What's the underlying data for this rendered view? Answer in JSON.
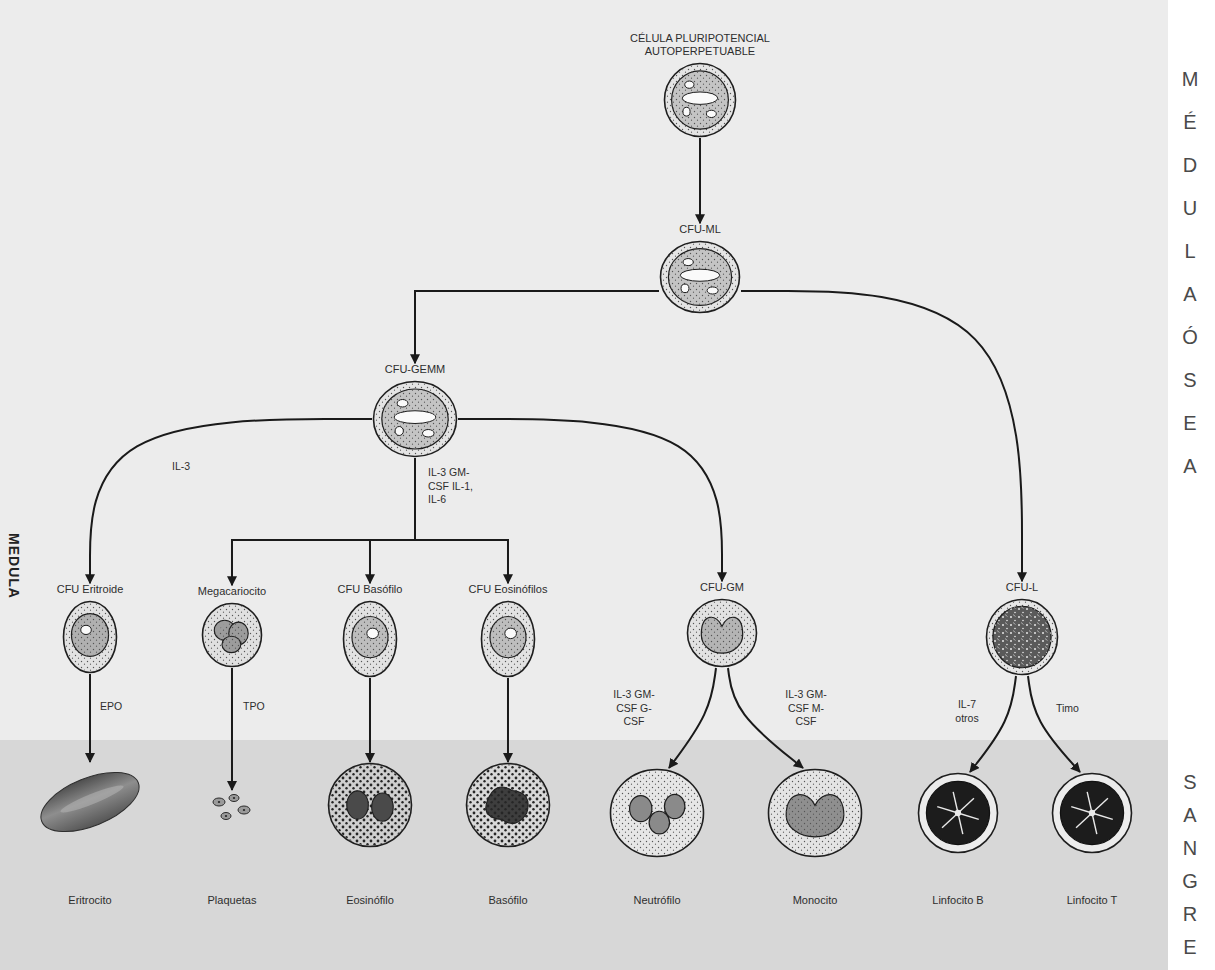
{
  "diagram": {
    "nodes": [
      {
        "text": [
          "CÉLULA PLURIPOTENCIAL AUTOPERPETUABLE"
        ]
      },
      {
        "text": [
          "CFU-ML"
        ]
      },
      {
        "text": [
          "CFU-GEMM"
        ]
      },
      {
        "text": [
          "CFU Eritroide"
        ]
      },
      {
        "text": [
          "Megacariocito"
        ]
      },
      {
        "text": [
          "CFU Basófilo"
        ]
      },
      {
        "text": [
          "CFU Eosinófilos"
        ]
      },
      {
        "text": [
          "CFU-GM"
        ]
      },
      {
        "text": [
          "CFU-L"
        ]
      },
      {
        "text": [
          "Eritrocito"
        ]
      },
      {
        "text": [
          "Plaquetas"
        ]
      },
      {
        "text": [
          "Eosinófilo"
        ]
      },
      {
        "text": [
          "Basófilo"
        ]
      },
      {
        "text": [
          "Neutrófilo"
        ]
      },
      {
        "text": [
          "Monocito"
        ]
      },
      {
        "text": [
          "Linfocito B"
        ]
      },
      {
        "text": [
          "Linfocito T"
        ]
      }
    ],
    "edges": [
      {
        "from": 0,
        "to": 1,
        "arrow": "to"
      },
      {
        "from": 1,
        "to": 2,
        "arrow": "to"
      },
      {
        "from": 1,
        "to": 8,
        "arrow": "to"
      },
      {
        "from": 2,
        "to": 3,
        "label": "IL-3",
        "arrow": "to"
      },
      {
        "from": 2,
        "to": 4,
        "arrow": "to"
      },
      {
        "from": 2,
        "to": 5,
        "label": "IL-3 GM-CSF IL-1, IL-6",
        "arrow": "to"
      },
      {
        "from": 2,
        "to": 6,
        "arrow": "to"
      },
      {
        "from": 2,
        "to": 7,
        "arrow": "to"
      },
      {
        "from": 3,
        "to": 9,
        "label": "EPO",
        "arrow": "to"
      },
      {
        "from": 4,
        "to": 10,
        "label": "TPO",
        "arrow": "to"
      },
      {
        "from": 5,
        "to": 11,
        "arrow": "to"
      },
      {
        "from": 6,
        "to": 12,
        "arrow": "to"
      },
      {
        "from": 7,
        "to": 13,
        "label": "IL-3 GM-CSF G-CSF",
        "arrow": "to"
      },
      {
        "from": 7,
        "to": 14,
        "label": "IL-3 GM-CSF M-CSF",
        "arrow": "to"
      },
      {
        "from": 8,
        "to": 15,
        "label": "IL-7 otros",
        "arrow": "to"
      },
      {
        "from": 8,
        "to": 16,
        "label": "Timo",
        "arrow": "to"
      }
    ],
    "labels": [
      "MÉDULA ÓSEA",
      "SANGRE",
      "MEDULA"
    ]
  }
}
